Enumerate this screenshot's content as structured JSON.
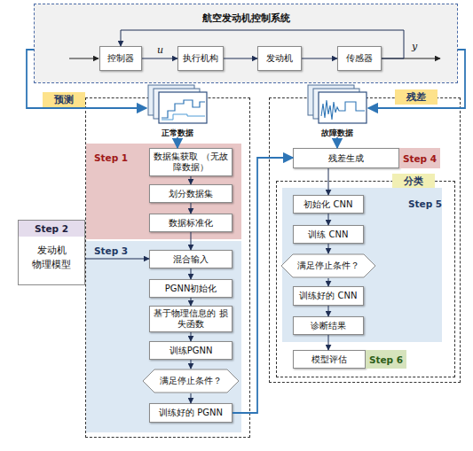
{
  "diagram": {
    "nodes": [
      {
        "text": [
          "航空发动机控制系统"
        ]
      },
      {
        "text": [
          "控制器"
        ],
        "in": 0
      },
      {
        "text": [
          "执行机构"
        ],
        "in": 0
      },
      {
        "text": [
          "发动机"
        ],
        "in": 0
      },
      {
        "text": [
          "传感器"
        ],
        "in": 0
      },
      {
        "text": [
          "预测"
        ]
      },
      {
        "text": [
          "正常数据"
        ]
      },
      {
        "text": [
          "Step 1"
        ],
        "in": 5
      },
      {
        "text": [
          "数据集获取 （无故障数据）"
        ],
        "in": 7
      },
      {
        "text": [
          "划分数据集"
        ],
        "in": 7
      },
      {
        "text": [
          "数据标准化"
        ],
        "in": 7
      },
      {
        "text": [
          "Step 2",
          "发动机 物理模型"
        ]
      },
      {
        "text": [
          "Step 3"
        ],
        "in": 5
      },
      {
        "text": [
          "混合输入"
        ],
        "in": 12
      },
      {
        "text": [
          "PGNN初始化"
        ],
        "in": 12
      },
      {
        "text": [
          "基于物理信息的 损失函数"
        ],
        "in": 12
      },
      {
        "text": [
          "训练PGNN"
        ],
        "in": 12
      },
      {
        "text": [
          "满足停止条件？"
        ],
        "in": 12
      },
      {
        "text": [
          "训练好的 PGNN"
        ],
        "in": 12
      },
      {
        "text": [
          "残差"
        ]
      },
      {
        "text": [
          "故障数据"
        ]
      },
      {
        "text": [
          "残差生成"
        ],
        "in": 19
      },
      {
        "text": [
          "Step 4"
        ],
        "in": 19
      },
      {
        "text": [
          "分类"
        ],
        "in": 19
      },
      {
        "text": [
          "Step 5"
        ],
        "in": 23
      },
      {
        "text": [
          "初始化 CNN"
        ],
        "in": 24
      },
      {
        "text": [
          "训练 CNN"
        ],
        "in": 24
      },
      {
        "text": [
          "满足停止条件？"
        ],
        "in": 24
      },
      {
        "text": [
          "训练好的 CNN"
        ],
        "in": 24
      },
      {
        "text": [
          "诊断结果"
        ],
        "in": 24
      },
      {
        "text": [
          "模型评估"
        ],
        "in": 23
      },
      {
        "text": [
          "Step 6"
        ],
        "in": 23
      }
    ],
    "edges": [
      {
        "from": 1,
        "to": 2,
        "arrow": "to",
        "label": "u"
      },
      {
        "from": 2,
        "to": 3,
        "arrow": "to"
      },
      {
        "from": 3,
        "to": 4,
        "arrow": "to"
      },
      {
        "from": 4,
        "to": 1,
        "arrow": "to"
      },
      {
        "from": 0,
        "to": 6,
        "arrow": "to"
      },
      {
        "from": 0,
        "to": 20,
        "arrow": "to"
      },
      {
        "from": 6,
        "to": 8,
        "arrow": "to"
      },
      {
        "from": 8,
        "to": 9,
        "arrow": "to"
      },
      {
        "from": 9,
        "to": 10,
        "arrow": "to"
      },
      {
        "from": 10,
        "to": 13,
        "arrow": "to"
      },
      {
        "from": 11,
        "to": 13,
        "arrow": "to"
      },
      {
        "from": 13,
        "to": 14,
        "arrow": "to"
      },
      {
        "from": 14,
        "to": 15,
        "arrow": "to"
      },
      {
        "from": 15,
        "to": 16,
        "arrow": "to"
      },
      {
        "from": 16,
        "to": 17,
        "arrow": "to"
      },
      {
        "from": 17,
        "to": 18,
        "arrow": "to"
      },
      {
        "from": 18,
        "to": 21,
        "arrow": "to"
      },
      {
        "from": 20,
        "to": 21,
        "arrow": "to"
      },
      {
        "from": 21,
        "to": 25,
        "arrow": "to"
      },
      {
        "from": 25,
        "to": 26,
        "arrow": "to"
      },
      {
        "from": 26,
        "to": 27,
        "arrow": "to"
      },
      {
        "from": 27,
        "to": 28,
        "arrow": "to"
      },
      {
        "from": 28,
        "to": 29,
        "arrow": "to"
      },
      {
        "from": 29,
        "to": 30,
        "arrow": "to"
      }
    ],
    "labels": [
      "y"
    ]
  }
}
